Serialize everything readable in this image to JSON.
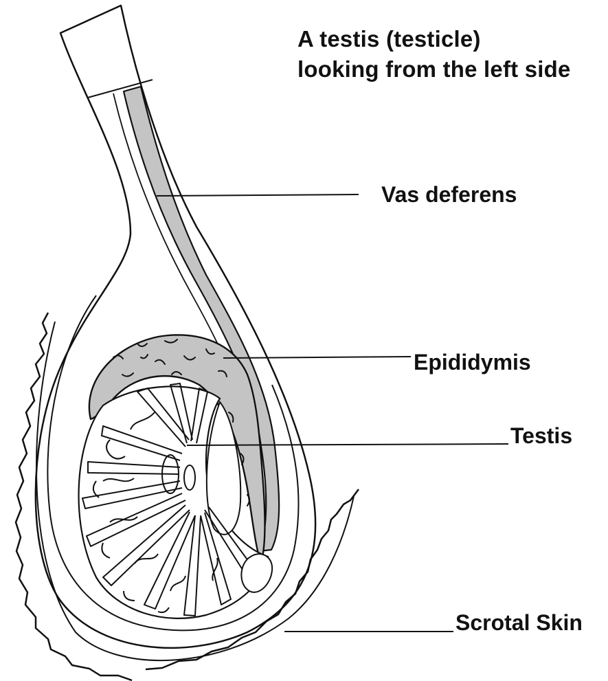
{
  "title": {
    "line1": "A testis (testicle)",
    "line2": "looking from the left side"
  },
  "labels": {
    "vas_deferens": "Vas deferens",
    "epididymis": "Epididymis",
    "testis": "Testis",
    "scrotal_skin": "Scrotal Skin"
  },
  "colors": {
    "ink": "#111111",
    "duct_fill": "#c4c4c4",
    "background": "#ffffff"
  }
}
